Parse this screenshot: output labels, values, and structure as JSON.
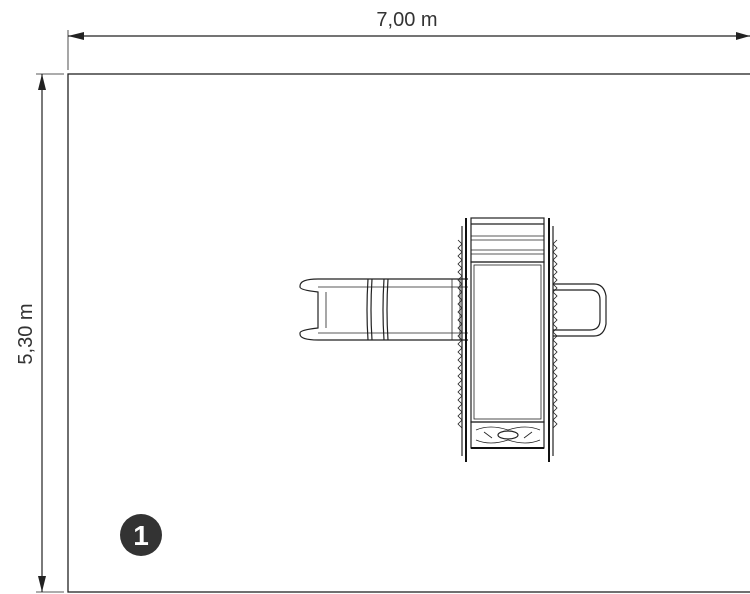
{
  "dimensions": {
    "width_label": "7,00 m",
    "height_label": "5,30 m"
  },
  "badge": {
    "number": "1"
  },
  "colors": {
    "line": "#222222",
    "badge_fill": "#333333",
    "background": "#ffffff"
  }
}
